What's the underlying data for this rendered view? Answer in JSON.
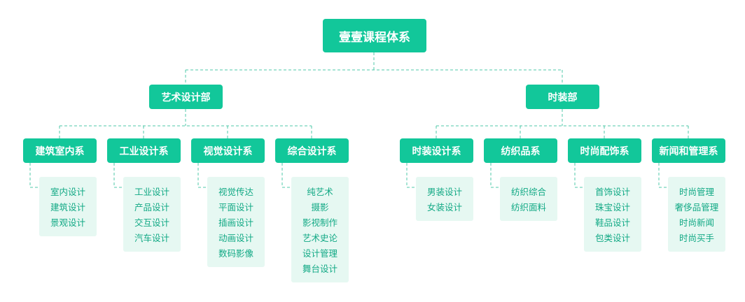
{
  "root": "壹壹课程体系",
  "depts": [
    {
      "name": "艺术设计部",
      "systems": [
        {
          "name": "建筑室内系",
          "courses": [
            "室内设计",
            "建筑设计",
            "景观设计"
          ]
        },
        {
          "name": "工业设计系",
          "courses": [
            "工业设计",
            "产品设计",
            "交互设计",
            "汽车设计"
          ]
        },
        {
          "name": "视觉设计系",
          "courses": [
            "视觉传达",
            "平面设计",
            "插画设计",
            "动画设计",
            "数码影像"
          ]
        },
        {
          "name": "综合设计系",
          "courses": [
            "纯艺术",
            "摄影",
            "影视制作",
            "艺术史论",
            "设计管理",
            "舞台设计"
          ]
        }
      ]
    },
    {
      "name": "时装部",
      "systems": [
        {
          "name": "时装设计系",
          "courses": [
            "男装设计",
            "女装设计"
          ]
        },
        {
          "name": "纺织品系",
          "courses": [
            "纺织综合",
            "纺织面料"
          ]
        },
        {
          "name": "时尚配饰系",
          "courses": [
            "首饰设计",
            "珠宝设计",
            "鞋品设计",
            "包类设计"
          ]
        },
        {
          "name": "新闻和管理系",
          "courses": [
            "时尚管理",
            "奢侈品管理",
            "时尚新闻",
            "时尚买手"
          ]
        }
      ]
    }
  ],
  "colors": {
    "accent": "#12c79a",
    "light": "#e6f8f2",
    "text_light": "#12a985"
  }
}
